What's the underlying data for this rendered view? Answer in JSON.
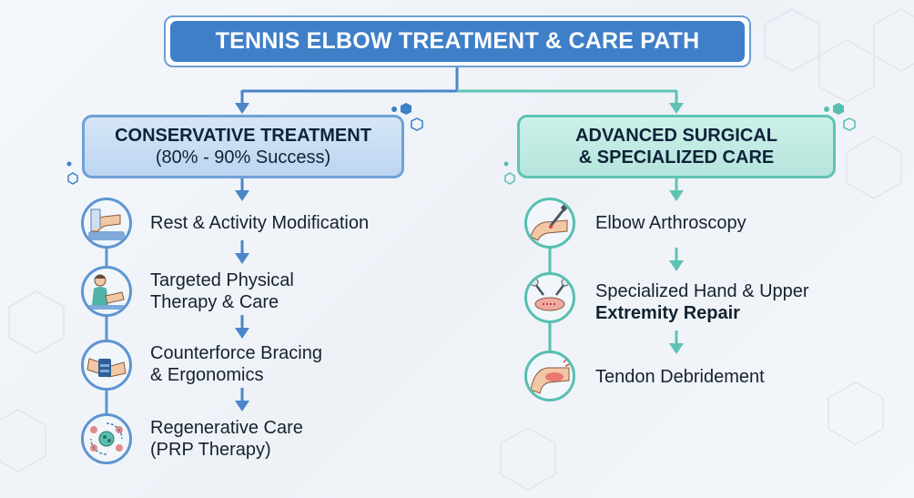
{
  "title": "TENNIS ELBOW TREATMENT & CARE PATH",
  "colors": {
    "title_blue": "#3f7fc8",
    "left_branch": "#4a86c8",
    "right_branch": "#5fc3b4"
  },
  "left_branch": {
    "title": "CONSERVATIVE TREATMENT",
    "subtitle": "(80% - 90% Success)",
    "steps": [
      {
        "line1": "Rest & Activity Modification",
        "icon": "elbow-rest-icon"
      },
      {
        "line1": "Targeted Physical",
        "line2": "Therapy & Care",
        "icon": "physical-therapy-icon"
      },
      {
        "line1": "Counterforce Bracing",
        "line2": "& Ergonomics",
        "icon": "elbow-brace-icon"
      },
      {
        "line1": "Regenerative Care",
        "line2": "(PRP Therapy)",
        "icon": "prp-cells-icon"
      }
    ]
  },
  "right_branch": {
    "title_line1": "ADVANCED SURGICAL",
    "title_line2": "& SPECIALIZED CARE",
    "steps": [
      {
        "line1": "Elbow Arthroscopy",
        "icon": "arthroscopy-icon"
      },
      {
        "line1": "Specialized Hand & Upper",
        "line2": "Extremity Repair",
        "icon": "surgical-repair-icon"
      },
      {
        "line1": "Tendon Debridement",
        "icon": "tendon-debridement-icon"
      }
    ]
  }
}
